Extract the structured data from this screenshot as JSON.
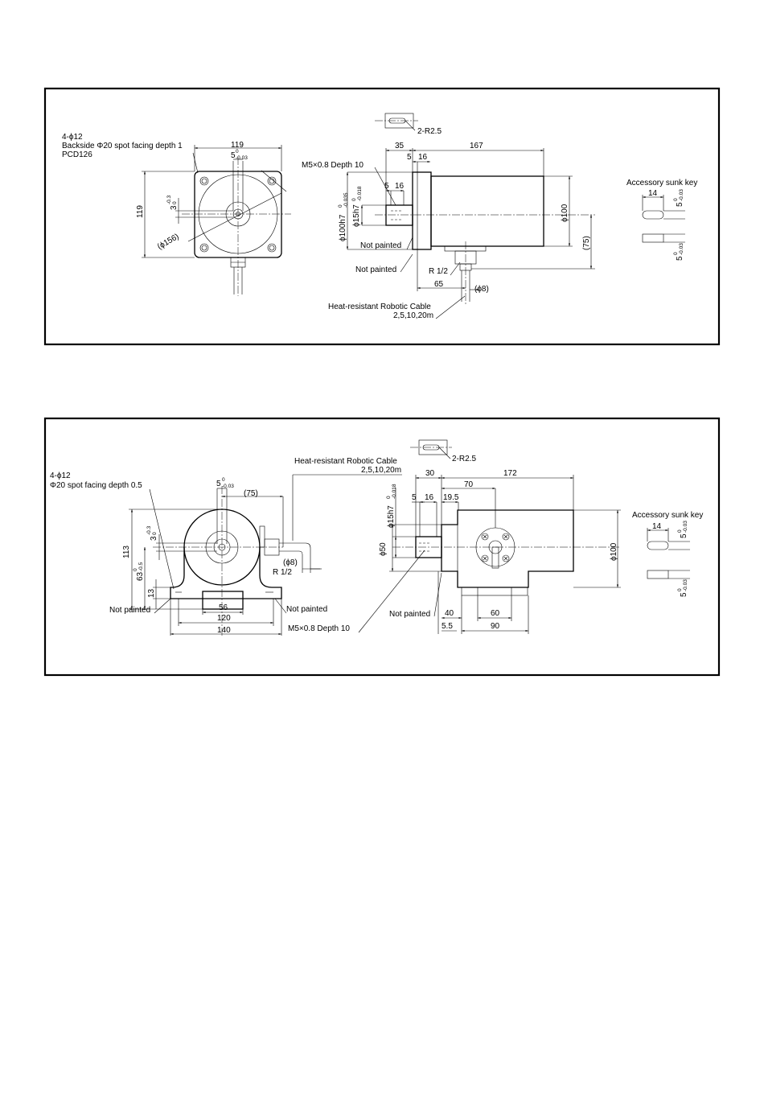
{
  "drawing1": {
    "holes_label": "4-ϕ12",
    "spot_label": "Backside Φ20 spot facing depth 1",
    "pcd_label": "PCD126",
    "width_119": "119",
    "height_119": "119",
    "key_tol": "5",
    "key_tol_upper": "0",
    "key_tol_lower": "-0.03",
    "offset_3": "3",
    "offset_upper": "-0.3",
    "offset_lower": "0",
    "dia_156": "(ϕ156)",
    "r25": "2-R2.5",
    "d35": "35",
    "d167": "167",
    "d5": "5",
    "d16": "16",
    "m5": "M5×0.8 Depth 10",
    "i5": "5",
    "i16": "16",
    "phi100h7": "ϕ100h7",
    "phi100h7_tol_upper": "0",
    "phi100h7_tol_lower": "-0.035",
    "phi15h7": "ϕ15h7",
    "phi15h7_tol_upper": "0",
    "phi15h7_tol_lower": "-0.018",
    "phi100": "ϕ100",
    "d75": "(75)",
    "not_painted_1": "Not painted",
    "not_painted_2": "Not painted",
    "r12": "R 1/2",
    "d65": "65",
    "phi8": "(ϕ8)",
    "cable": "Heat-resistant Robotic Cable",
    "cable_lengths": "2,5,10,20m",
    "key_title": "Accessory sunk key",
    "key_len": "14",
    "key_w": "5",
    "key_w_upper": "0",
    "key_w_lower": "-0.03",
    "key_h": "5",
    "key_h_upper": "0",
    "key_h_lower": "-0.03"
  },
  "drawing2": {
    "holes_label": "4-ϕ12",
    "spot_label": "Φ20 spot facing depth 0.5",
    "key_tol": "5",
    "key_tol_upper": "0",
    "key_tol_lower": "-0.03",
    "d75": "(75)",
    "offset_3": "3",
    "offset_upper": "-0.3",
    "offset_lower": "0",
    "h113": "113",
    "h63": "63",
    "h63_upper": "0",
    "h63_lower": "-0.5",
    "h13": "13",
    "d56": "56",
    "d120": "120",
    "d140": "140",
    "not_painted_left": "Not painted",
    "not_painted_mid": "Not painted",
    "not_painted_right": "Not painted",
    "m5": "M5×0.8 Depth 10",
    "phi8": "(ϕ8)",
    "r12": "R 1/2",
    "cable": "Heat-resistant Robotic Cable",
    "cable_lengths": "2,5,10,20m",
    "r25": "2-R2.5",
    "d30": "30",
    "d172": "172",
    "d70": "70",
    "d5": "5",
    "d16": "16",
    "d195": "19.5",
    "phi15h7": "ϕ15h7",
    "phi15h7_tol_upper": "0",
    "phi15h7_tol_lower": "-0.018",
    "phi50": "ϕ50",
    "phi100": "ϕ100",
    "d40": "40",
    "d60": "60",
    "d55": "5.5",
    "d90": "90",
    "key_title": "Accessory sunk key",
    "key_len": "14",
    "key_w": "5",
    "key_w_upper": "0",
    "key_w_lower": "-0.03",
    "key_h": "5",
    "key_h_upper": "0",
    "key_h_lower": "-0.03"
  }
}
